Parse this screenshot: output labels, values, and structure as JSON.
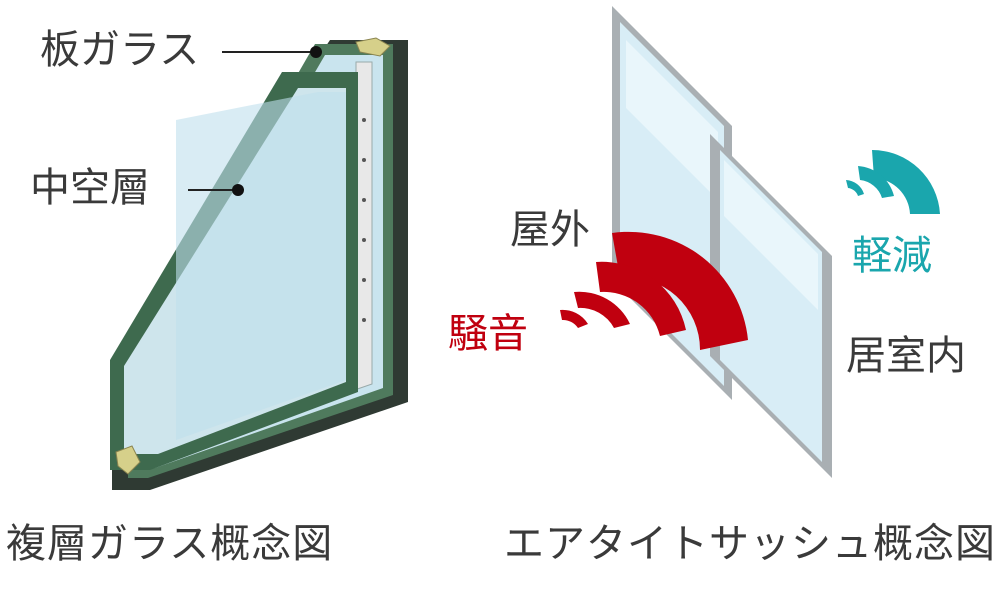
{
  "double_glazing": {
    "label_pane": "板ガラス",
    "label_cavity": "中空層",
    "caption": "複層ガラス概念図"
  },
  "airtight_sash": {
    "label_outdoor": "屋外",
    "label_noise": "騒音",
    "label_reduced": "軽減",
    "label_indoor": "居室内",
    "caption": "エアタイトサッシュ概念図"
  },
  "colors": {
    "frame_green": "#3f6b4e",
    "frame_dark": "#2b3a30",
    "glass_blue": "#d6ecf4",
    "sash_gray": "#a9afb3",
    "noise_red": "#c0000f",
    "reduced_teal": "#1aa6ad"
  }
}
